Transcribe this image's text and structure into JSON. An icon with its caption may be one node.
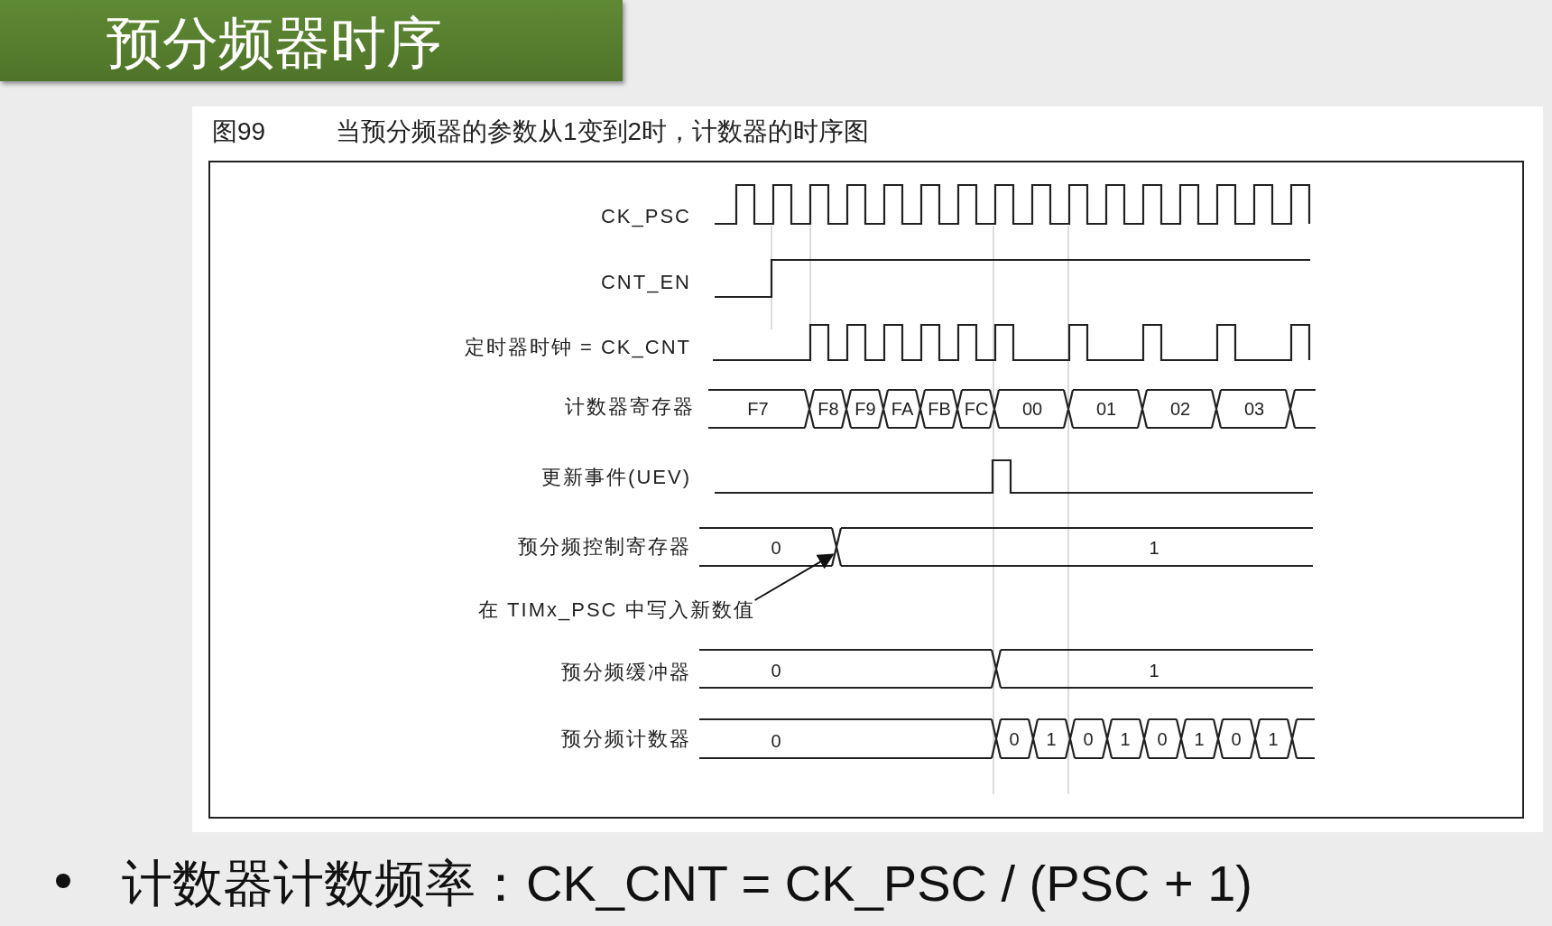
{
  "diagram": {
    "title": "预分频器时序",
    "nodes": [
      {
        "text": [
          "在 TIMx_PSC 中写入新数值"
        ]
      },
      {
        "text": [],
        "shape": "bar"
      }
    ],
    "edges": [
      {
        "from": 0,
        "to": 1,
        "arrow": "to"
      }
    ],
    "labels": [
      "图99",
      "当预分频器的参数从1变到2时，计数器的时序图",
      "CK_PSC",
      "CNT_EN",
      "定时器时钟 = CK_CNT",
      "计数器寄存器",
      "F7",
      "F8",
      "F9",
      "FA",
      "FB",
      "FC",
      "00",
      "01",
      "02",
      "03",
      "更新事件(UEV)",
      "预分频控制寄存器",
      "0",
      "1",
      "预分频缓冲器",
      "0",
      "1",
      "预分频计数器",
      "0",
      "0",
      "1",
      "0",
      "1",
      "0",
      "1",
      "0",
      "1",
      "计数器计数频率：CK_CNT = CK_PSC / (PSC + 1)"
    ]
  }
}
